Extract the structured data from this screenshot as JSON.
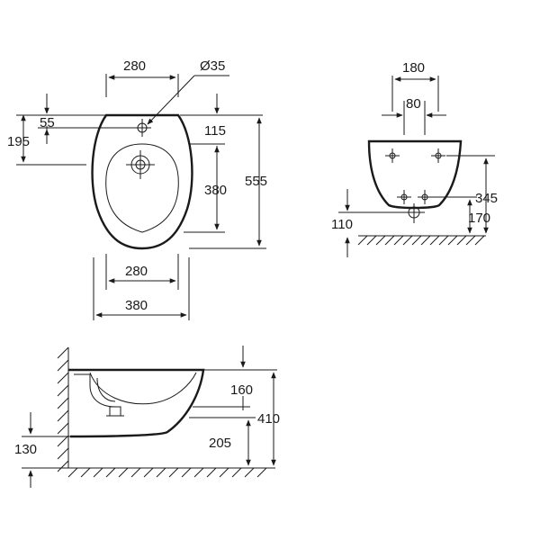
{
  "colors": {
    "ink": "#1a1a1a",
    "background": "#ffffff"
  },
  "top_view": {
    "width_top": "280",
    "hole_diameter": "Ø35",
    "offset_55": "55",
    "offset_195": "195",
    "offset_115": "115",
    "bowl_380": "380",
    "length_555": "555",
    "width_280": "280",
    "width_380": "380"
  },
  "rear_view": {
    "bolt_spacing_180": "180",
    "bolt_spacing_80": "80",
    "height_345": "345",
    "height_110": "110",
    "height_170": "170"
  },
  "side_view": {
    "height_160": "160",
    "height_410": "410",
    "height_205": "205",
    "height_130": "130"
  }
}
